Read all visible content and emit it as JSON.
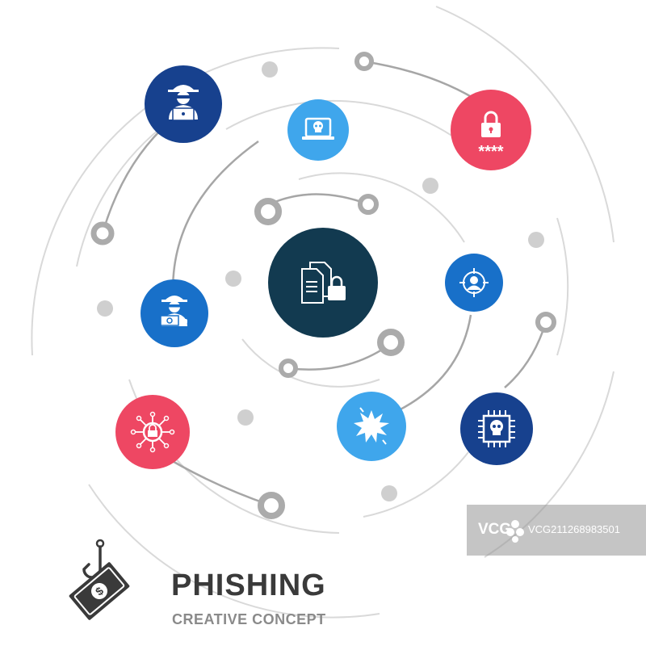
{
  "title": "PHISHING",
  "subtitle": "CREATIVE CONCEPT",
  "watermark": {
    "brand": "VCG",
    "id": "VCG211268983501"
  },
  "colors": {
    "navy": "#17418e",
    "sky": "#3fa6ec",
    "pink": "#ee4763",
    "blue": "#1870c9",
    "center": "#123a50",
    "ring": "#d4d4d4",
    "connector": "#9e9e9e",
    "text": "#3a3a3a",
    "subtitle": "#8a8a8a"
  },
  "center": {
    "icon": "locked-documents-icon"
  },
  "nodes": [
    {
      "id": "hacker",
      "icon": "hacker-laptop-icon",
      "color": "navy"
    },
    {
      "id": "laptop-skull",
      "icon": "laptop-skull-icon",
      "color": "sky"
    },
    {
      "id": "password",
      "icon": "password-lock-icon",
      "color": "pink",
      "label": "****"
    },
    {
      "id": "target-user",
      "icon": "target-user-icon",
      "color": "blue"
    },
    {
      "id": "chip-skull",
      "icon": "chip-skull-icon",
      "color": "navy"
    },
    {
      "id": "explosion",
      "icon": "explosion-icon",
      "color": "sky"
    },
    {
      "id": "network-lock",
      "icon": "network-lock-icon",
      "color": "pink"
    },
    {
      "id": "money-thief",
      "icon": "money-thief-icon",
      "color": "blue"
    }
  ],
  "logo": {
    "icon": "fishhook-money-icon"
  }
}
